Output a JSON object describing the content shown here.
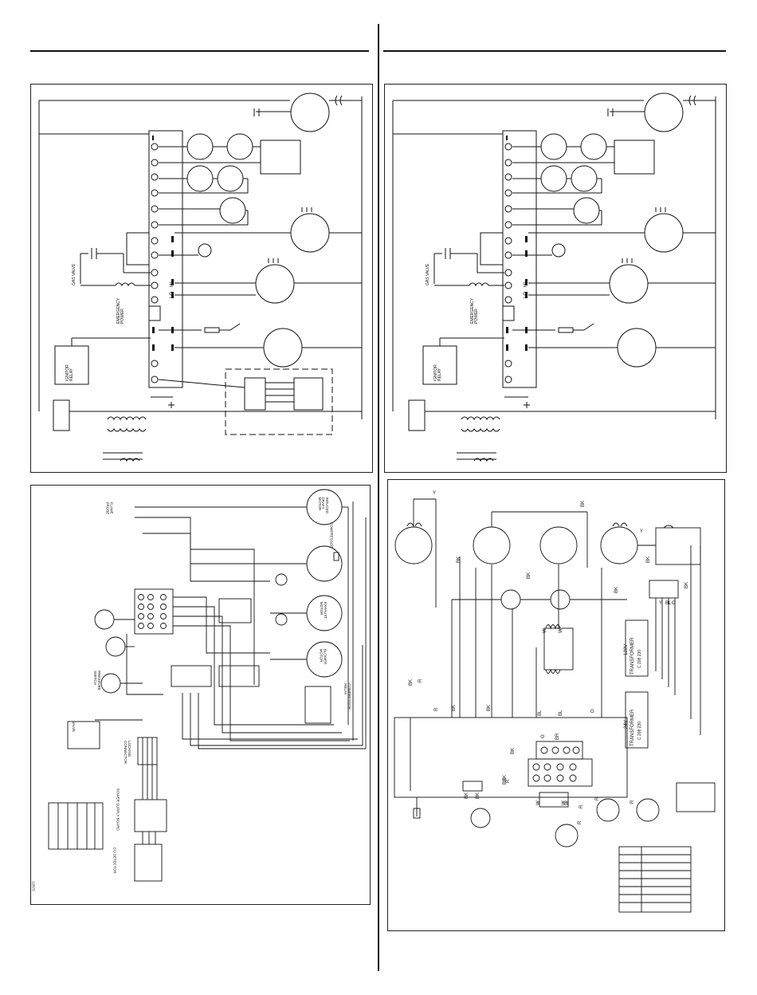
{
  "left_schematic": {
    "gas_valve": "GAS VALVE",
    "emergency_power": "EMERGENCY\nPOWER",
    "igniter_relay": "IGNITOR\nRELAY",
    "hi": "HI",
    "lo": "LO"
  },
  "right_schematic": {
    "gas_valve": "GAS VALVE",
    "emergency_power": "EMERGENCY\nPOWER",
    "igniter_relay": "IGNITOR\nRELAY",
    "hi": "HI",
    "lo": "LO"
  },
  "left_wiring": {
    "flame_probe": "FLAME\nPROBE",
    "induced_draft_motor": "INDUCED\nDRAFT\nMOTOR",
    "compressor": "COMPRESSOR",
    "exhaust_motor": "EXHAUST\nMOTOR",
    "blower_motor": "BLOWER\nMOTOR",
    "compressor_relay": "COMPRESSOR\nRELAY",
    "locking_connector": "LOCKING\nCONNECTOR",
    "valve": "VALVE",
    "power_supply_board": "POWER SUPPLY BOARD",
    "co_detector": "CO DETECTOR",
    "pressure_switch": "PRESSURE\nSWITCH",
    "figure_number": "12873"
  },
  "right_wiring": {
    "transformer_top": "TRANSFORMER",
    "transformer_top_voltage": "120V",
    "transformer_top_c": "C 208 230",
    "transformer_bottom": "TRANSFORMER",
    "transformer_bottom_voltage": "24V",
    "transformer_bottom_c": "C 208 230",
    "wire_colors": [
      "Y",
      "BK",
      "BK",
      "BK",
      "Y",
      "BK",
      "BK",
      "BK",
      "BK",
      "BK",
      "R",
      "BK",
      "R",
      "R",
      "BK",
      "BK",
      "R",
      "BL",
      "BL",
      "G",
      "R",
      "W",
      "W",
      "W",
      "BR",
      "O",
      "Y",
      "O",
      "BL",
      "BK",
      "BK",
      "BK",
      "R",
      "R",
      "W",
      "W"
    ]
  }
}
